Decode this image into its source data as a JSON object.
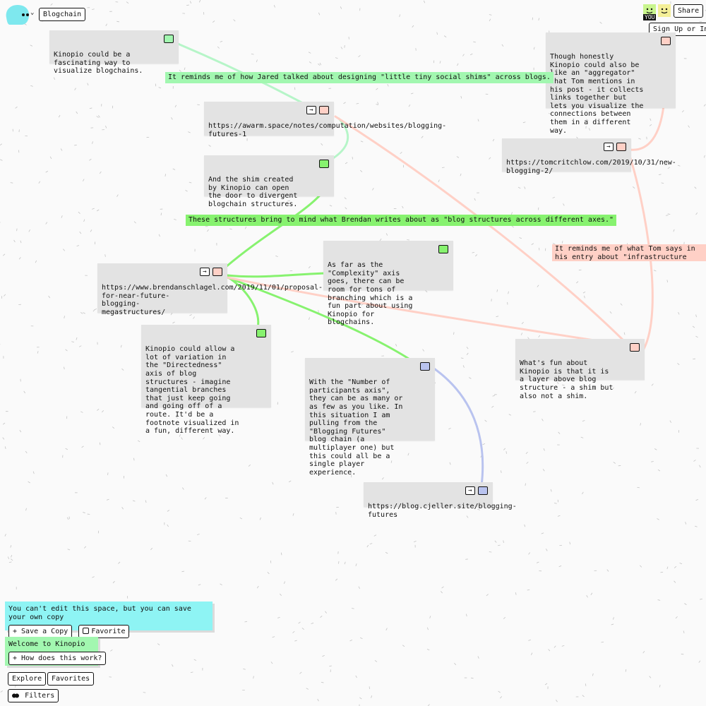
{
  "space": {
    "name": "Blogchain",
    "share_label": "Share",
    "sign_in_label": "Sign Up or In",
    "you_label": "YOU"
  },
  "colors": {
    "green": "#a2f7b0",
    "green_strong": "#87f26f",
    "salmon": "#ffd0c6",
    "blue": "#b9c3ef",
    "cyan": "#8ef4f4",
    "card": "#e3e3e3"
  },
  "cards": {
    "c1": "Kinopio could be a fascinating way to visualize blogchains.",
    "c2": "https://awarm.space/notes/computation/websites/blogging-futures-1",
    "c3": "And the shim created by Kinopio can open the door to divergent blogchain structures.",
    "c4": "https://www.brendanschlagel.com/2019/11/01/proposal-for-near-future-blogging-megastructures/",
    "c5": "As far as the \"Complexity\" axis goes, there can be room for tons of branching which is a fun part about using Kinopio for blogchains.",
    "c6": "Kinopio could allow a lot of variation in the \"Directedness\" axis of blog structures - imagine tangential branches that just keep going and going off of a route. It'd be a footnote visualized in a fun, different way.",
    "c7": "With the \"Number of participants axis\", they can be as many or as few as you like. In this situation I am pulling from the \"Blogging Futures\" blog chain (a multiplayer one) but this could all be a single player experience.",
    "c8": "https://blog.cjeller.site/blogging-futures",
    "c9": "Though honestly Kinopio could also be like an \"aggregator\" that Tom mentions in his post - it collects links together but lets you visualize the connections between them in a different way.",
    "c10": "https://tomcritchlow.com/2019/10/31/new-blogging-2/",
    "c11": "What's fun about Kinopio is that it is a layer above blog structure - a shim but also not a shim."
  },
  "labels": {
    "l1": "It reminds me of how Jared talked about designing \"little tiny social shims\" across blogs.",
    "l2": "These structures bring to mind what Brendan writes about as \"blog structures across different axes.\"",
    "l3": "It reminds me of what Tom says in his entry about \"infrastructure layers\" across blogs."
  },
  "panels": {
    "readonly_text": "You can't edit this space, but you can save your own copy",
    "save_copy": "+ Save a Copy",
    "favorite": "Favorite",
    "welcome_text": "Welcome to Kinopio",
    "how_works": "+ How does this work?",
    "explore": "Explore",
    "favorites": "Favorites",
    "filters": "Filters"
  },
  "icons": {
    "arrow": "→",
    "filters_icon": "binoculars-icon"
  }
}
